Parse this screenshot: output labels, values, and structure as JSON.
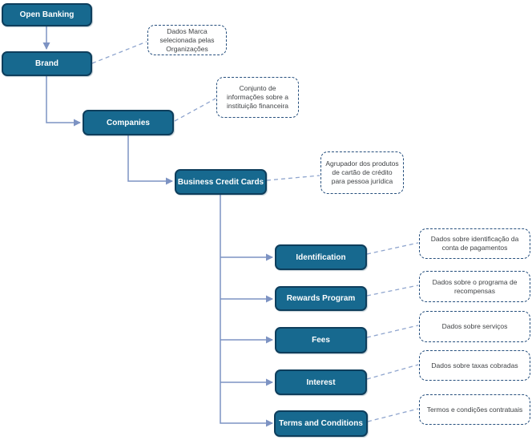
{
  "diagram": {
    "title": "Open Banking hierarchy diagram",
    "nodes": [
      {
        "id": "open-banking",
        "label": "Open Banking"
      },
      {
        "id": "brand",
        "label": "Brand"
      },
      {
        "id": "companies",
        "label": "Companies"
      },
      {
        "id": "business-credit-cards",
        "label": "Business Credit Cards"
      },
      {
        "id": "identification",
        "label": "Identification"
      },
      {
        "id": "rewards-program",
        "label": "Rewards Program"
      },
      {
        "id": "fees",
        "label": "Fees"
      },
      {
        "id": "interest",
        "label": "Interest"
      },
      {
        "id": "terms-and-conditions",
        "label": "Terms and Conditions"
      }
    ],
    "annotations": [
      {
        "for": "brand",
        "text": "Dados Marca selecionada pelas Organizações"
      },
      {
        "for": "companies",
        "text": "Conjunto de informações sobre a instituição financeira"
      },
      {
        "for": "business-credit-cards",
        "text": "Agrupador dos produtos de cartão de crédito para pessoa jurídica"
      },
      {
        "for": "identification",
        "text": "Dados sobre identificação da conta de pagamentos"
      },
      {
        "for": "rewards-program",
        "text": "Dados sobre o programa de recompensas"
      },
      {
        "for": "fees",
        "text": "Dados sobre serviços"
      },
      {
        "for": "interest",
        "text": "Dados sobre taxas cobradas"
      },
      {
        "for": "terms-and-conditions",
        "text": "Termos e condições contratuais"
      }
    ],
    "edges": [
      {
        "from": "open-banking",
        "to": "brand"
      },
      {
        "from": "brand",
        "to": "companies"
      },
      {
        "from": "companies",
        "to": "business-credit-cards"
      },
      {
        "from": "business-credit-cards",
        "to": "identification"
      },
      {
        "from": "business-credit-cards",
        "to": "rewards-program"
      },
      {
        "from": "business-credit-cards",
        "to": "fees"
      },
      {
        "from": "business-credit-cards",
        "to": "interest"
      },
      {
        "from": "business-credit-cards",
        "to": "terms-and-conditions"
      }
    ],
    "colors": {
      "node_fill": "#17698F",
      "node_border": "#0E3E5C",
      "node_text": "#FFFFFF",
      "connector": "#7D93C3",
      "connector_dashed": "#8FA5CE",
      "annotation_border": "#27507E",
      "annotation_text": "#3F4245",
      "background": "#FFFFFF"
    }
  }
}
